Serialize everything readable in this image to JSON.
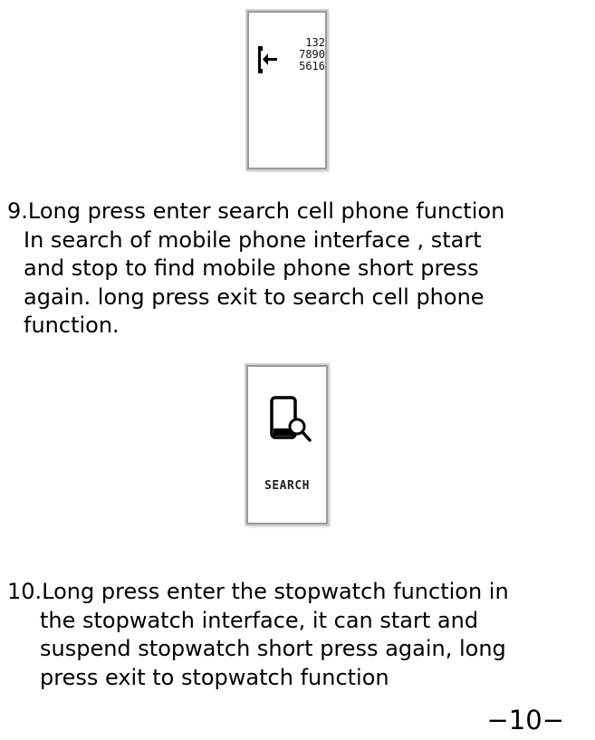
{
  "screen_phone": {
    "icon": "incoming-call-arrow-icon",
    "digits": [
      "132",
      "7890",
      "5616"
    ]
  },
  "section_9": {
    "lines": [
      "9.Long press enter search cell phone function",
      "In search of mobile phone interface , start",
      "and stop to find mobile phone short press",
      "again. long press exit to search cell phone",
      "function."
    ]
  },
  "screen_search": {
    "icon": "phone-search-icon",
    "label": "SEARCH"
  },
  "section_10": {
    "lines": [
      "10.Long press enter the stopwatch function in",
      "the stopwatch interface, it can start and",
      "suspend stopwatch short press again, long",
      "press exit to stopwatch function"
    ]
  },
  "page": {
    "number": "−10−"
  }
}
